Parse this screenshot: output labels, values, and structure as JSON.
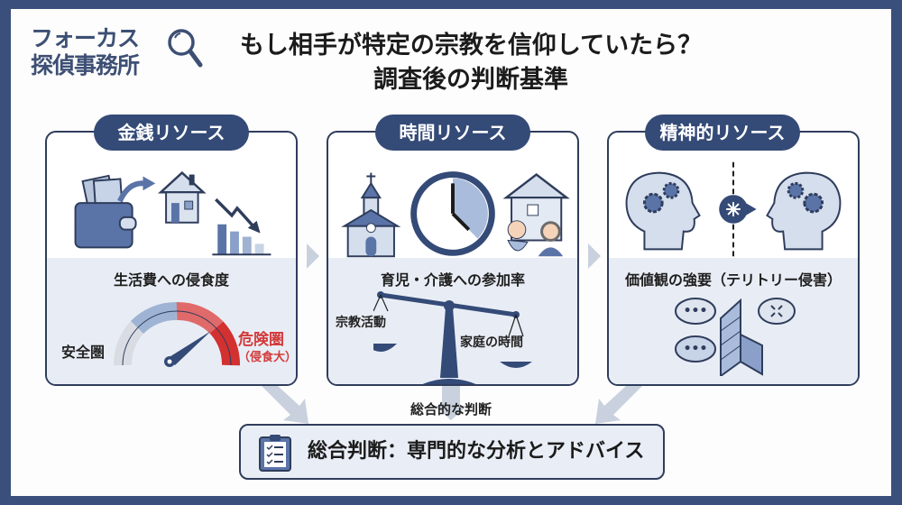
{
  "logo": {
    "line1": "フォーカス",
    "line2": "探偵事務所",
    "icon": "magnifier-icon"
  },
  "title": {
    "line1": "もし相手が特定の宗教を信仰していたら？",
    "line2": "調査後の判断基準"
  },
  "colors": {
    "frame": "#3b4f7c",
    "pill": "#344a77",
    "panel_lower": "#e8edf5",
    "danger": "#d33a3a",
    "arrow": "#c9d1de"
  },
  "panels": [
    {
      "heading": "金銭リソース",
      "icons": [
        "wallet-money-icon",
        "arrow-icon",
        "house-icon",
        "declining-bar-chart-icon"
      ],
      "subtitle": "生活費への侵食度",
      "gauge": {
        "left_label": "安全圏",
        "right_label": "危険圏",
        "right_note": "（侵食大）",
        "segments": [
          "#d9dde3",
          "#9fb4d4",
          "#e06a6a",
          "#d33030"
        ]
      }
    },
    {
      "heading": "時間リソース",
      "icons": [
        "church-icon",
        "clock-icon",
        "house-family-icon"
      ],
      "subtitle": "育児・介護への参加率",
      "scale": {
        "left_label": "宗教活動",
        "right_label": "家庭の時間"
      }
    },
    {
      "heading": "精神的リソース",
      "icons": [
        "head-gears-icon",
        "forced-influence-icon",
        "head-gears-icon"
      ],
      "subtitle": "価値観の強要（テリトリー侵害）",
      "illustration": [
        "speech-bubble-ellipsis-icon",
        "broken-brick-wall-icon",
        "angry-speech-bubble-icon"
      ]
    }
  ],
  "flow_label": "総合的な判断",
  "summary": {
    "icon": "clipboard-checklist-icon",
    "text": "総合判断：専門的な分析とアドバイス"
  }
}
